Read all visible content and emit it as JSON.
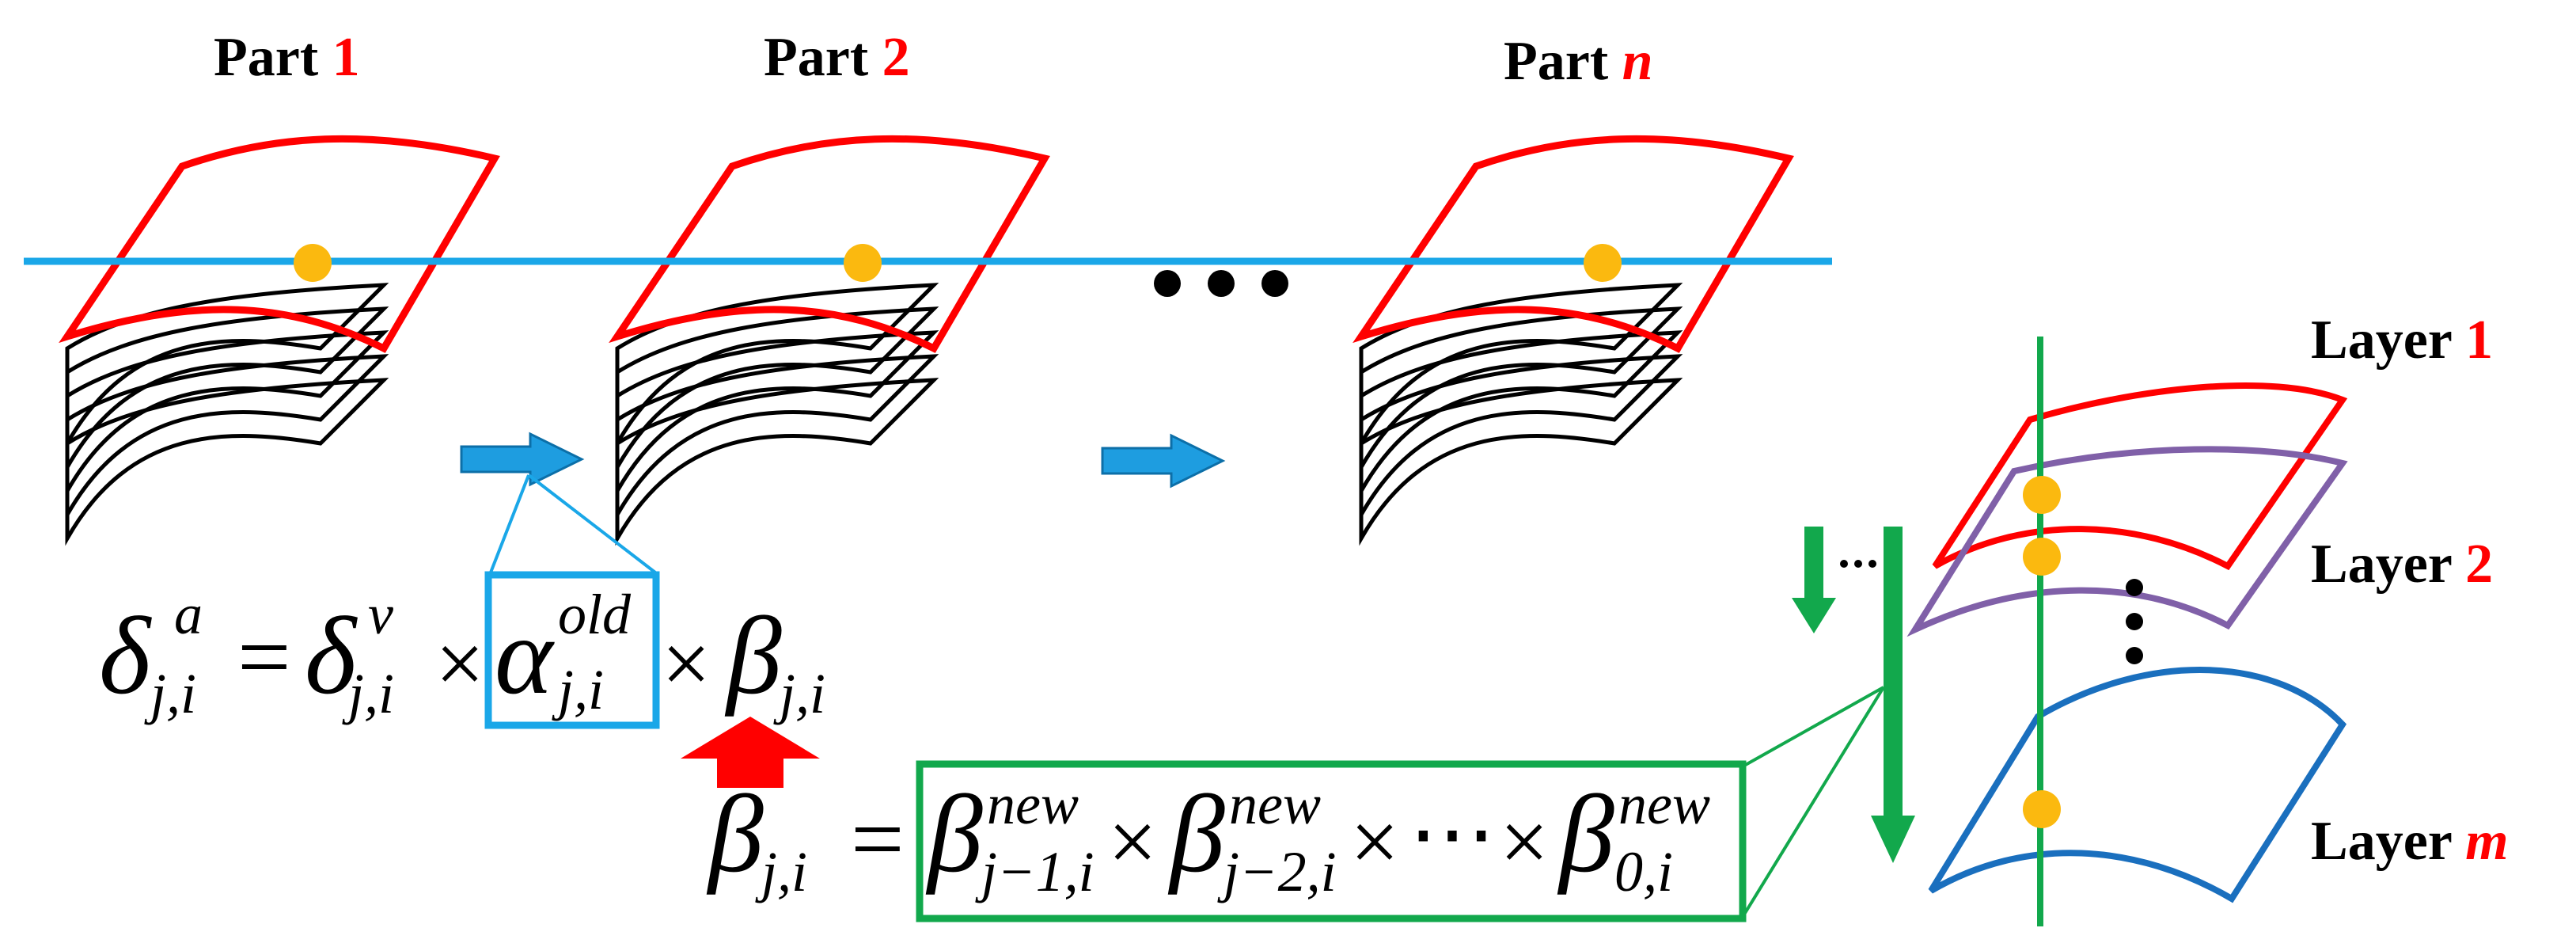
{
  "parts": [
    {
      "word": "Part",
      "index": "1",
      "italic": false
    },
    {
      "word": "Part",
      "index": "2",
      "italic": false
    },
    {
      "word": "Part",
      "index": "n",
      "italic": true
    }
  ],
  "layers": [
    {
      "word": "Layer",
      "index": "1",
      "italic": false
    },
    {
      "word": "Layer",
      "index": "2",
      "italic": false
    },
    {
      "word": "Layer",
      "index": "m",
      "italic": true
    }
  ],
  "equation1": {
    "delta": "δ",
    "sup_a": "a",
    "sub_ji": "j,i",
    "eq": "=",
    "sup_v": "v",
    "times": "×",
    "alpha": "α",
    "sup_old": "old",
    "beta": "β"
  },
  "equation2": {
    "beta": "β",
    "sub_ji": "j,i",
    "eq": "=",
    "sup_new": "new",
    "sub_j1": "j−1,i",
    "sub_j2": "j−2,i",
    "sub_0": "0,i",
    "times": "×",
    "cdots": "⋯"
  },
  "colors": {
    "red": "#ff0000",
    "blue_line": "#1aa7e8",
    "arrow_blue": "#1e9de0",
    "green": "#12a84c",
    "orange": "#fbb90f",
    "purple": "#8060a8",
    "dark_blue": "#1a6fbe"
  }
}
